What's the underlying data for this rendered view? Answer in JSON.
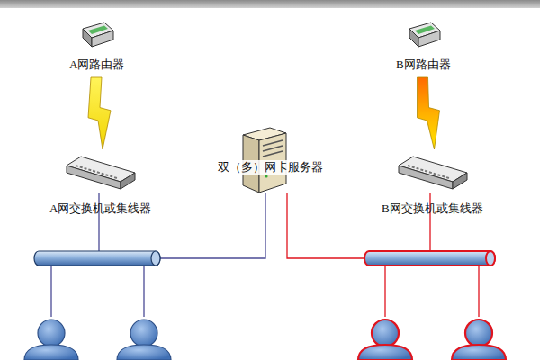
{
  "diagram": {
    "nodes": [
      {
        "text": [
          "A网路由器"
        ]
      },
      {
        "text": [
          "B网路由器"
        ]
      },
      {
        "text": [
          "双（多）网卡服务器"
        ]
      },
      {
        "text": [
          "A网交换机或集线器"
        ]
      },
      {
        "text": [
          "B网交换机或集线器"
        ]
      }
    ],
    "edges": [
      {
        "from": 0,
        "to": 3,
        "arrow": "none"
      },
      {
        "from": 1,
        "to": 4,
        "arrow": "none"
      }
    ]
  }
}
